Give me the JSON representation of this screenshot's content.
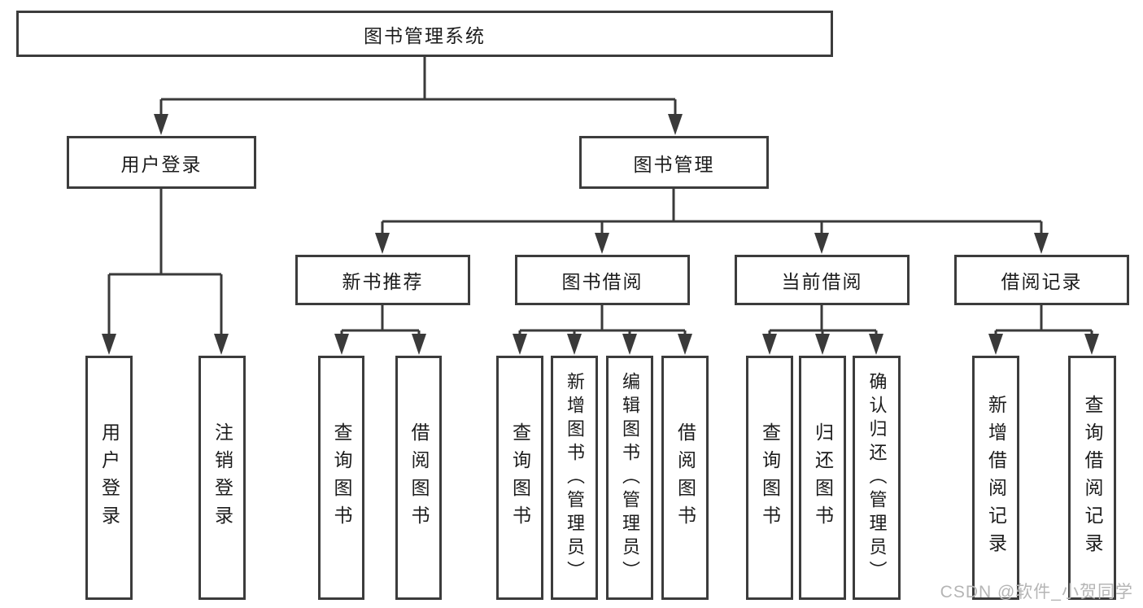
{
  "nodes": {
    "root": "图书管理系统",
    "user_login": "用户登录",
    "book_mgmt": "图书管理",
    "new_book_rec": "新书推荐",
    "book_borrow": "图书借阅",
    "current_borrow": "当前借阅",
    "borrow_record": "借阅记录",
    "leaf_user_login": "用户登录",
    "leaf_logout": "注销登录",
    "rec_query_book": "查询图书",
    "rec_borrow_book": "借阅图书",
    "bb_query_book": "查询图书",
    "bb_add_book": "新增图书（管理员）",
    "bb_edit_book": "编辑图书（管理员）",
    "bb_borrow_book": "借阅图书",
    "cb_query_book": "查询图书",
    "cb_return_book": "归还图书",
    "cb_confirm_return": "确认归还（管理员）",
    "br_add_record": "新增借阅记录",
    "br_query_record": "查询借阅记录"
  },
  "watermark": "CSDN @软件_小贺同学",
  "colors": {
    "line": "#3a3a3a",
    "border": "#3c3c3c",
    "text": "#1c1c1c",
    "watermark": "#b5b5b5",
    "background": "#ffffff"
  }
}
